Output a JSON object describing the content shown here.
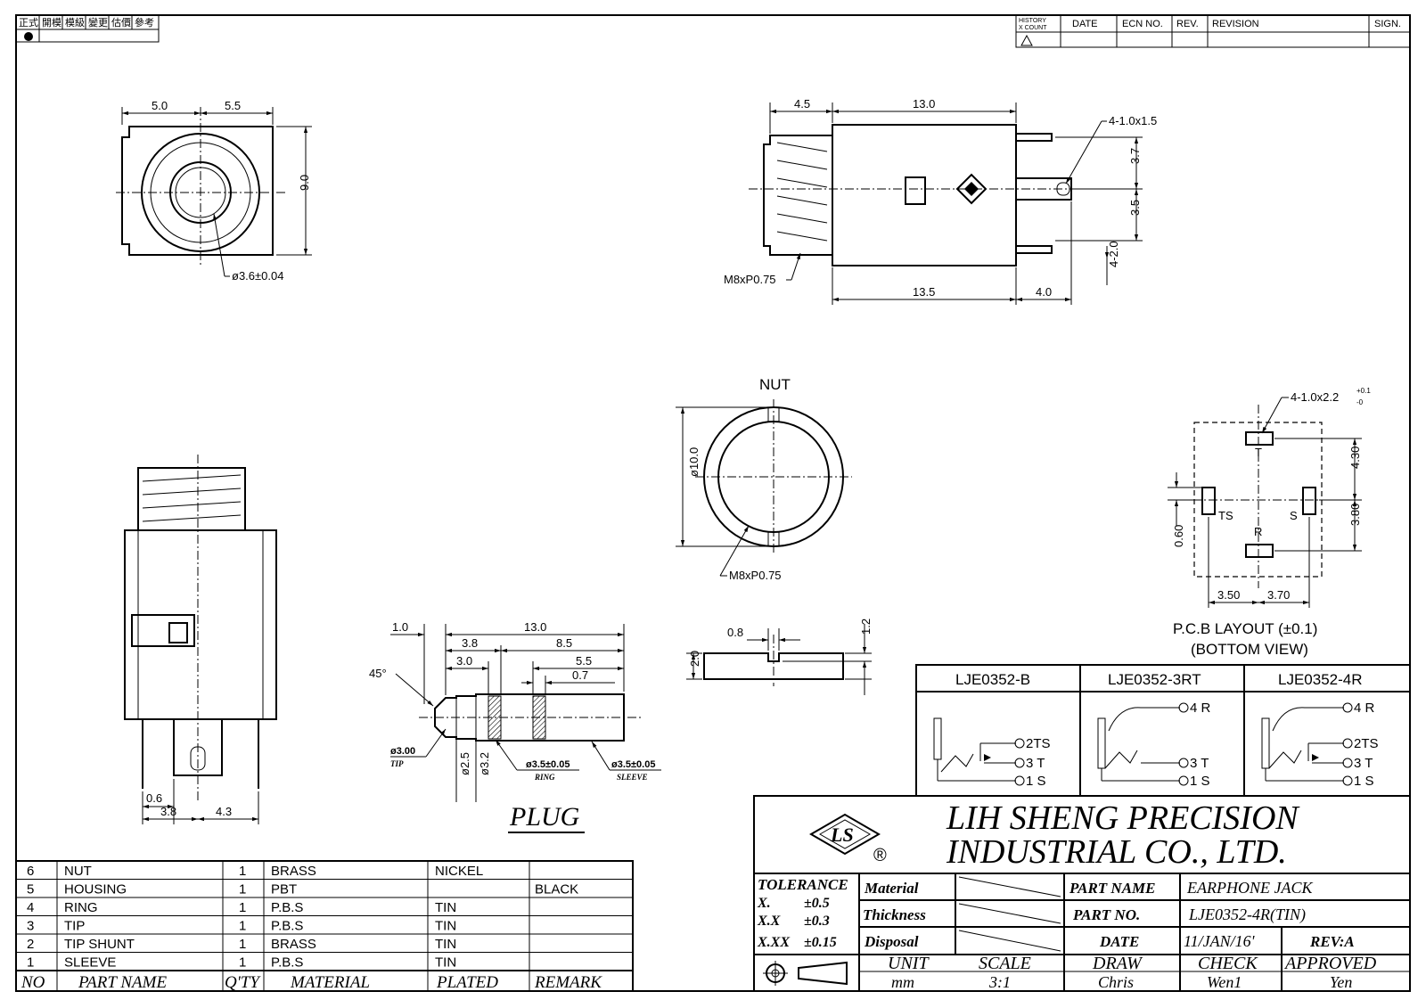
{
  "corner_stamp": [
    "正式",
    "開模",
    "模級",
    "變更",
    "估價",
    "參考"
  ],
  "revision_header": {
    "history": "HISTORY",
    "xcount": "X COUNT",
    "date": "DATE",
    "ecn": "ECN NO.",
    "rev": "REV.",
    "revision": "REVISION",
    "sign": "SIGN."
  },
  "front_view": {
    "dim_left": "5.0",
    "dim_right": "5.5",
    "dim_height": "9.0",
    "hole": "ø3.6±0.04"
  },
  "side_view": {
    "dim_thread": "4.5",
    "dim_body": "13.0",
    "pins": "4-1.0x1.5",
    "dim_37": "3.7",
    "dim_35": "3.5",
    "dim_pin_len": "4-2.0",
    "thread": "M8xP0.75",
    "dim_135": "13.5",
    "dim_40": "4.0"
  },
  "nut_view": {
    "title": "NUT",
    "dia": "ø10.0",
    "thread": "M8xP0.75"
  },
  "washer_view": {
    "dim_08": "0.8",
    "dim_12": "1.2",
    "dim_20": "2.0"
  },
  "bottom_view": {
    "dim_06": "0.6",
    "dim_38": "3.8",
    "dim_43": "4.3"
  },
  "plug": {
    "title": "PLUG",
    "dim_10": "1.0",
    "dim_130": "13.0",
    "dim_38": "3.8",
    "dim_85": "8.5",
    "dim_30": "3.0",
    "dim_55": "5.5",
    "dim_07": "0.7",
    "angle": "45°",
    "tip_dia": "ø3.00",
    "tip_label": "TIP",
    "dim_25": "ø2.5",
    "dim_32": "ø3.2",
    "ring_dia": "ø3.5±0.05",
    "ring_label": "RING",
    "sleeve_dia": "ø3.5±0.05",
    "sleeve_label": "SLEEVE"
  },
  "pcb": {
    "pins": "4-1.0x2.2",
    "tol_up": "+0.1",
    "tol_dn": "-0",
    "T": "T",
    "TS": "TS",
    "S": "S",
    "R": "R",
    "dim_430": "4.30",
    "dim_380": "3.80",
    "dim_060": "0.60",
    "dim_350": "3.50",
    "dim_370": "3.70",
    "caption1": "P.C.B LAYOUT (±0.1)",
    "caption2": "(BOTTOM VIEW)"
  },
  "variants": [
    {
      "name": "LJE0352-B",
      "pins": [
        "2TS",
        "3 T",
        "1 S"
      ]
    },
    {
      "name": "LJE0352-3RT",
      "pins": [
        "4 R",
        "3 T",
        "1 S"
      ]
    },
    {
      "name": "LJE0352-4R",
      "pins": [
        "4 R",
        "2TS",
        "3 T",
        "1 S"
      ]
    }
  ],
  "company": {
    "line1": "LIH SHENG PRECISION",
    "line2": "INDUSTRIAL CO., LTD.",
    "logo": "LS",
    "registered": "®"
  },
  "title_block": {
    "tolerance": "TOLERANCE",
    "tol_x_label": "X.",
    "tol_x": "±0.5",
    "tol_xx_label": "X.X",
    "tol_xx": "±0.3",
    "tol_xxx_label": "X.XX",
    "tol_xxx": "±0.15",
    "material": "Material",
    "thickness": "Thickness",
    "disposal": "Disposal",
    "part_name_label": "PART NAME",
    "part_name": "EARPHONE JACK",
    "part_no_label": "PART NO.",
    "part_no": "LJE0352-4R(TIN)",
    "date_label": "DATE",
    "date": "11/JAN/16'",
    "rev": "REV:A",
    "unit_label": "UNIT",
    "unit": "mm",
    "scale_label": "SCALE",
    "scale": "3:1",
    "draw_label": "DRAW",
    "draw": "Chris",
    "check_label": "CHECK",
    "check": "Wen1",
    "approved_label": "APPROVED",
    "approved": "Yen"
  },
  "bom": {
    "headers": [
      "NO",
      "PART NAME",
      "Q'TY",
      "MATERIAL",
      "PLATED",
      "REMARK"
    ],
    "rows": [
      [
        "6",
        "NUT",
        "1",
        "BRASS",
        "NICKEL",
        ""
      ],
      [
        "5",
        "HOUSING",
        "1",
        "PBT",
        "",
        "BLACK"
      ],
      [
        "4",
        "RING",
        "1",
        "P.B.S",
        "TIN",
        ""
      ],
      [
        "3",
        "TIP",
        "1",
        "P.B.S",
        "TIN",
        ""
      ],
      [
        "2",
        "TIP SHUNT",
        "1",
        "BRASS",
        "TIN",
        ""
      ],
      [
        "1",
        "SLEEVE",
        "1",
        "P.B.S",
        "TIN",
        ""
      ]
    ]
  }
}
